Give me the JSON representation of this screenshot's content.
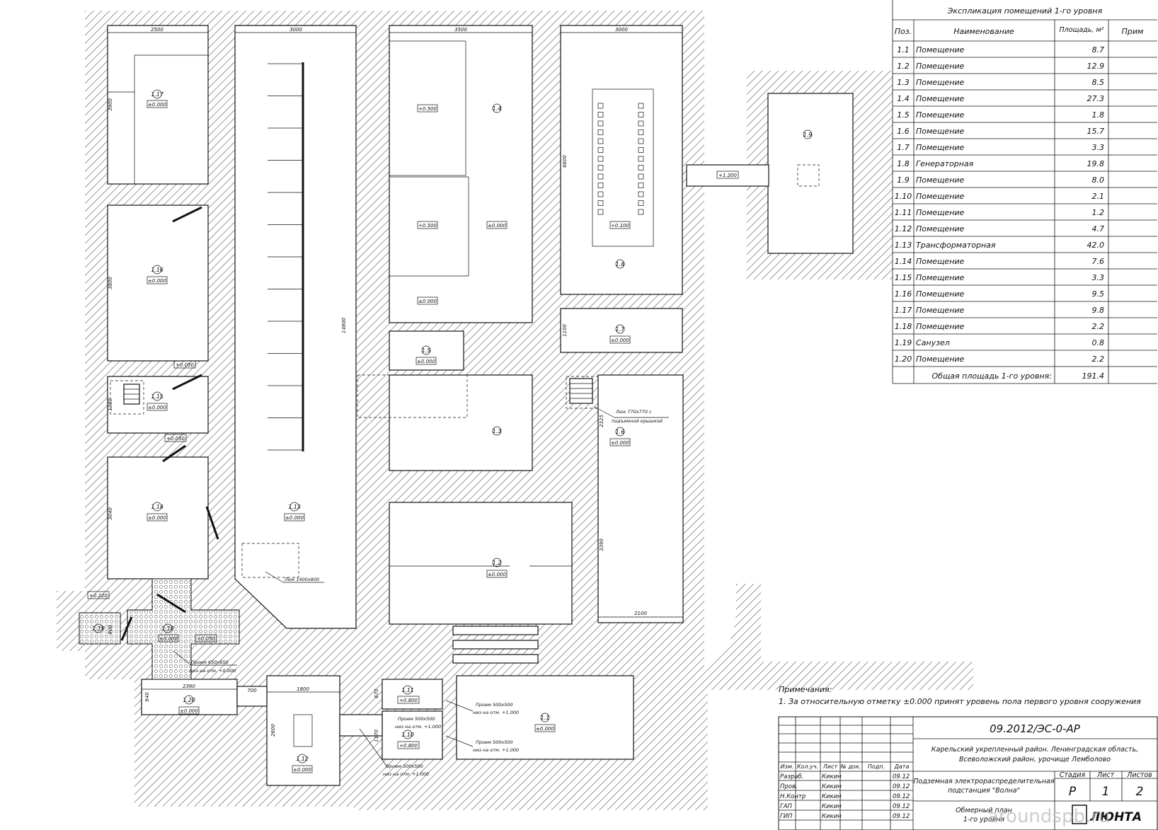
{
  "explication": {
    "title": "Экспликация помещений 1-го уровня",
    "headers": [
      "Поз.",
      "Наименование",
      "Площадь, м²",
      "Прим"
    ],
    "rows": [
      [
        "1.1",
        "Помещение",
        "8.7"
      ],
      [
        "1.2",
        "Помещение",
        "12.9"
      ],
      [
        "1.3",
        "Помещение",
        "8.5"
      ],
      [
        "1.4",
        "Помещение",
        "27.3"
      ],
      [
        "1.5",
        "Помещение",
        "1.8"
      ],
      [
        "1.6",
        "Помещение",
        "15.7"
      ],
      [
        "1.7",
        "Помещение",
        "3.3"
      ],
      [
        "1.8",
        "Генераторная",
        "19.8"
      ],
      [
        "1.9",
        "Помещение",
        "8.0"
      ],
      [
        "1.10",
        "Помещение",
        "2.1"
      ],
      [
        "1.11",
        "Помещение",
        "1.2"
      ],
      [
        "1.12",
        "Помещение",
        "4.7"
      ],
      [
        "1.13",
        "Трансформаторная",
        "42.0"
      ],
      [
        "1.14",
        "Помещение",
        "7.6"
      ],
      [
        "1.15",
        "Помещение",
        "3.3"
      ],
      [
        "1.16",
        "Помещение",
        "9.5"
      ],
      [
        "1.17",
        "Помещение",
        "9.8"
      ],
      [
        "1.18",
        "Помещение",
        "2.2"
      ],
      [
        "1.19",
        "Санузел",
        "0.8"
      ],
      [
        "1.20",
        "Помещение",
        "2.2"
      ]
    ],
    "total_label": "Общая площадь 1-го уровня:",
    "total_value": "191.4"
  },
  "notes": {
    "title": "Примечания:",
    "items": [
      "1. За относительную отметку ±0.000 принят уровень пола первого уровня сооружения"
    ]
  },
  "title_block": {
    "code": "09.2012/ЭС-0-АР",
    "location": [
      "Карельский укрепленный район. Ленинградская область,",
      "Всеволожский район, урочище Лемболово"
    ],
    "object": [
      "Подземная электрораспределительная",
      "подстанция \"Волна\""
    ],
    "sheet_name": [
      "Обмерный план",
      "1-го уровня"
    ],
    "rev_headers": [
      "Изм.",
      "Кол.уч.",
      "Лист",
      "№ док.",
      "Подп.",
      "Дата"
    ],
    "people": [
      [
        "Разраб.",
        "Кикин",
        "09.12"
      ],
      [
        "Пров.",
        "Кикин",
        "09.12"
      ],
      [
        "Н.Контр",
        "Кикин",
        "09.12"
      ],
      [
        "ГАП",
        "Кикин",
        "09.12"
      ],
      [
        "ГИП",
        "Кикин",
        "09.12"
      ]
    ],
    "stage_label": "Стадия",
    "sheet_label": "Лист",
    "sheets_label": "Листов",
    "stage": "Р",
    "sheet": "1",
    "sheets": "2",
    "logo": "ЛЮНТА"
  },
  "watermark": "aroundspb.ru",
  "plan": {
    "rooms": [
      "1.1",
      "1.2",
      "1.3",
      "1.4",
      "1.5",
      "1.6",
      "1.7",
      "1.8",
      "1.9",
      "1.10",
      "1.11",
      "1.12",
      "1.13",
      "1.14",
      "1.15",
      "1.16",
      "1.17",
      "1.18",
      "1.19",
      "1.20"
    ],
    "marks": {
      "zero": "±0.000",
      "m0500": "+0.500",
      "m0100": "+0.100",
      "m1200": "+1.200",
      "m0050": "+0.050",
      "m0220": "+0.220",
      "m0800": "+0.800",
      "m0050b": "+0.050"
    },
    "dims": {
      "d2500": "2500",
      "d3000": "3000",
      "d3500": "3500",
      "d3000b": "3000",
      "d3900": "3900",
      "d3800": "3800",
      "d14800": "14800",
      "d6600": "6600",
      "d1100": "1100",
      "d1300": "1300",
      "d3040": "3040",
      "d2325": "2325",
      "d3390": "3390",
      "d2100": "2100",
      "d2360": "2360",
      "d700": "700",
      "d1800": "1800",
      "d940": "940",
      "d2600": "2600",
      "d670": "670",
      "d1170": "1170",
      "d900": "900"
    },
    "labels": {
      "hatch1": "Люк 1400x800",
      "hatch2": "Люк 770x770 с",
      "hatch2b": "подъемной крышкой",
      "op650a": "Проем 650x650",
      "op650b": "низ на отм. +0.000",
      "op500a": "Проем 500x500",
      "op500b": "низ на отм. +1.000"
    }
  }
}
